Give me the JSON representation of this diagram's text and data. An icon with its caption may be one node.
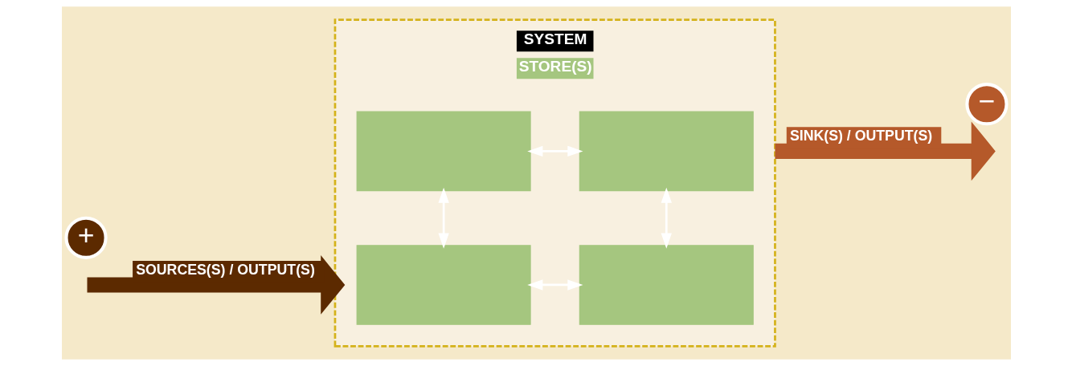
{
  "diagram": {
    "nodes": [
      {
        "text": [
          "SYSTEM",
          "STORE(S)"
        ]
      },
      {
        "text": [],
        "shape": "box",
        "in": 0
      },
      {
        "text": [],
        "shape": "box",
        "in": 0
      },
      {
        "text": [],
        "shape": "box",
        "in": 0
      },
      {
        "text": [],
        "shape": "box",
        "in": 0
      },
      {
        "text": [
          "+"
        ]
      },
      {
        "text": [
          "−"
        ]
      }
    ],
    "edges": [
      {
        "from": null,
        "to": 0,
        "arrow": "to",
        "label": "SOURCES(S) / OUTPUT(S)",
        "style": "thick",
        "color": "#5c2a00"
      },
      {
        "from": 1,
        "to": 2,
        "arrow": "both"
      },
      {
        "from": 3,
        "to": 4,
        "arrow": "both"
      },
      {
        "from": 1,
        "to": 3,
        "arrow": "both"
      },
      {
        "from": 2,
        "to": 4,
        "arrow": "both"
      },
      {
        "from": 0,
        "to": null,
        "arrow": "to",
        "label": "SINK(S) / OUTPUT(S)",
        "style": "thick",
        "color": "#b5592a"
      }
    ]
  }
}
